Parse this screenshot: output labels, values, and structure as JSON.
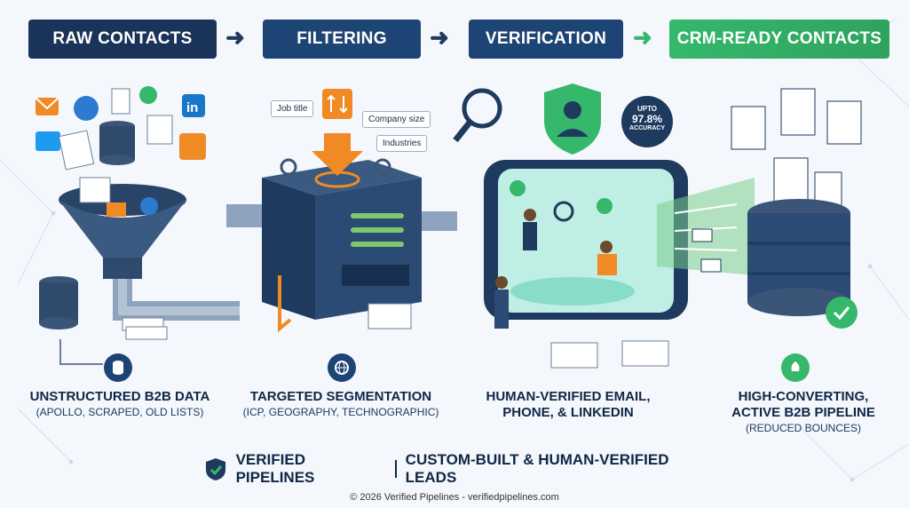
{
  "stages": [
    {
      "label": "RAW CONTACTS"
    },
    {
      "label": "FILTERING"
    },
    {
      "label": "VERIFICATION"
    },
    {
      "label": "CRM-READY CONTACTS"
    }
  ],
  "arrow_glyph": "➜",
  "filter_tags": [
    "Job title",
    "Company size",
    "Industries"
  ],
  "accuracy_badge": {
    "line1": "UPTO",
    "line2": "97.8%",
    "line3": "ACCURACY"
  },
  "captions": [
    {
      "title": "UNSTRUCTURED B2B DATA",
      "subtitle": "(APOLLO, SCRAPED, OLD LISTS)"
    },
    {
      "title": "TARGETED SEGMENTATION",
      "subtitle": "(ICP, GEOGRAPHY, TECHNOGRAPHIC)"
    },
    {
      "title": "HUMAN-VERIFIED EMAIL,",
      "title2": "PHONE, & LINKEDIN"
    },
    {
      "title": "HIGH-CONVERTING,",
      "title2": "ACTIVE B2B PIPELINE",
      "subtitle": "(REDUCED BOUNCES)"
    }
  ],
  "footer": {
    "brand": "VERIFIED PIPELINES",
    "tagline": "CUSTOM-BUILT & HUMAN-VERIFIED LEADS",
    "copyright": "© 2026 Verified Pipelines - verifiedpipelines.com"
  },
  "colors": {
    "navy": "#1a3358",
    "blue": "#1d4474",
    "green": "#35b86c",
    "orange": "#f08a24"
  }
}
